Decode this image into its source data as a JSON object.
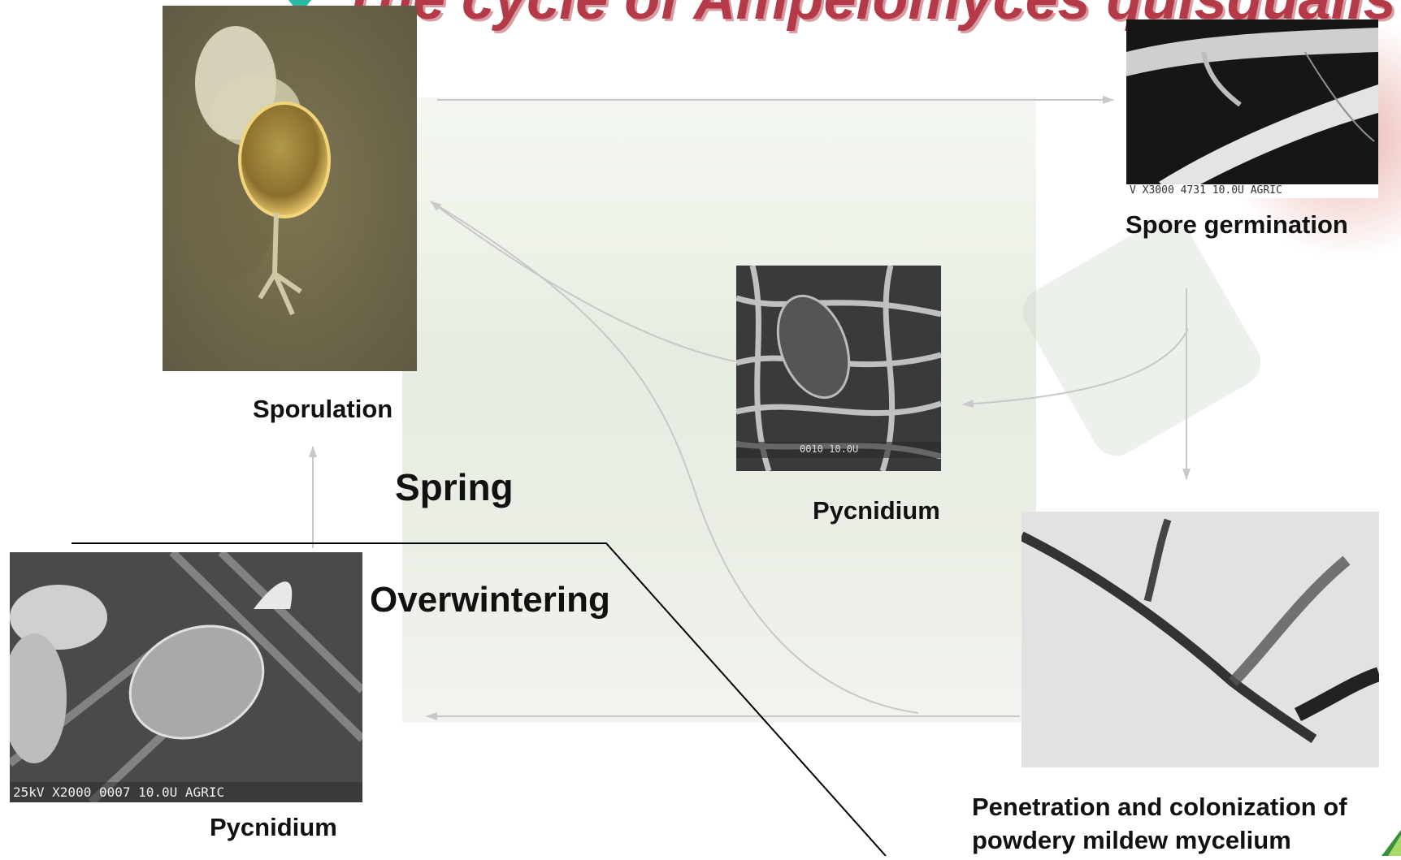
{
  "title": {
    "text": "The cycle of Ampelomyces quisqualis"
  },
  "labels": {
    "sporulation": "Sporulation",
    "spore_germination": "Spore germination",
    "pycnidium_center": "Pycnidium",
    "pycnidium_bottom": "Pycnidium",
    "penetration_line1": "Penetration and colonization of",
    "penetration_line2": "powdery mildew mycelium"
  },
  "seasons": {
    "spring": "Spring",
    "overwintering": "Overwintering"
  },
  "micrographs": {
    "spore_germination_caption": "V X3000  4731  10.0U AGRIC",
    "pycnidium_center_caption": "0010  10.0U",
    "pycnidium_bottom_caption": "25kV X2000  0007  10.0U AGRIC"
  },
  "colors": {
    "title": "#b53a48",
    "arrow": "#c8c8c8",
    "divider": "#000000"
  }
}
